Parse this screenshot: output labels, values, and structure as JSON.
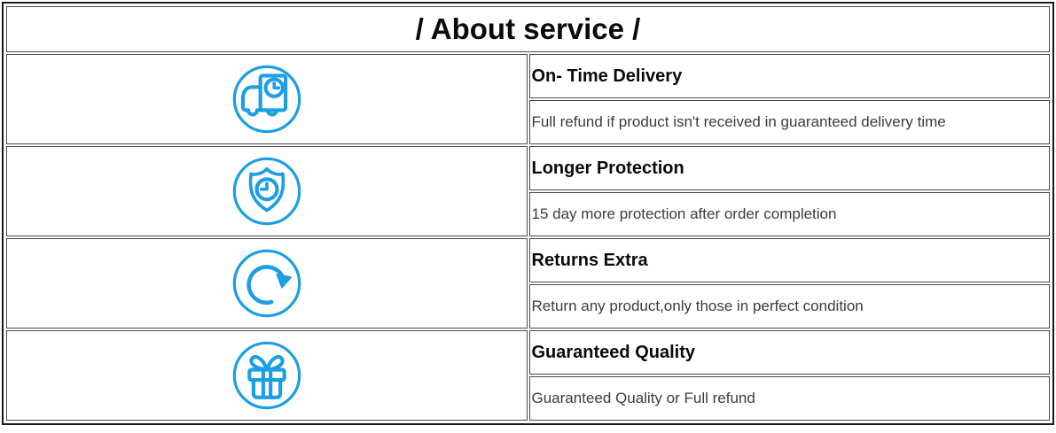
{
  "header": {
    "title": "/ About service /"
  },
  "colors": {
    "accent": "#1b9ee4",
    "outer_border": "#1a1a1a",
    "cell_border": "#4a4a4a",
    "title_text": "#0a0a0a",
    "desc_text": "#3c3c3c"
  },
  "services": [
    {
      "icon": "truck-clock-icon",
      "title": "On- Time Delivery",
      "description": "Full refund if product isn't received in guaranteed delivery time"
    },
    {
      "icon": "shield-clock-icon",
      "title": "Longer Protection",
      "description": "15 day more protection after order completion"
    },
    {
      "icon": "returns-arrow-icon",
      "title": "Returns Extra",
      "description": "Return any product,only those in perfect condition"
    },
    {
      "icon": "gift-icon",
      "title": "Guaranteed Quality",
      "description": "Guaranteed Quality or Full refund"
    }
  ]
}
